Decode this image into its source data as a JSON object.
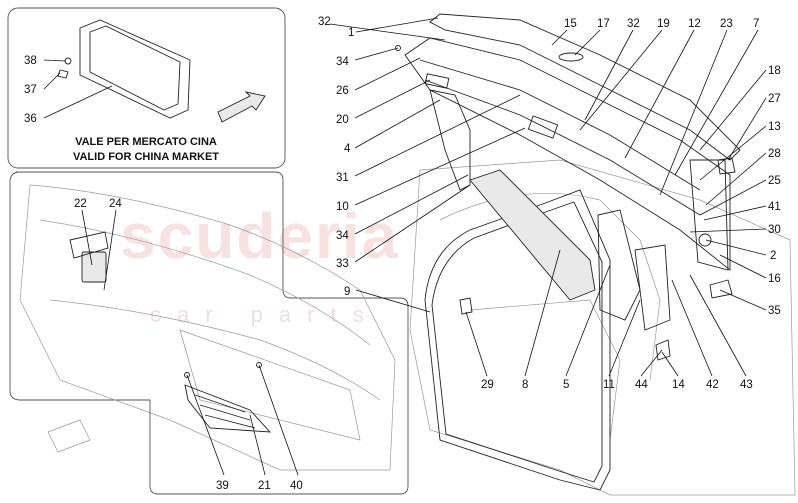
{
  "watermark": {
    "main": "scuderia",
    "sub": "car parts"
  },
  "notes": {
    "china_it": "VALE PER MERCATO CINA",
    "china_en": "VALID FOR CHINA MARKET"
  },
  "callouts": {
    "c1": "1",
    "c32a": "32",
    "c15": "15",
    "c17": "17",
    "c32b": "32",
    "c19": "19",
    "c12": "12",
    "c23": "23",
    "c7": "7",
    "c34a": "34",
    "c26": "26",
    "c20": "20",
    "c4": "4",
    "c31": "31",
    "c10": "10",
    "c34b": "34",
    "c33": "33",
    "c9": "9",
    "c18": "18",
    "c27": "27",
    "c13": "13",
    "c28": "28",
    "c25": "25",
    "c41": "41",
    "c30": "30",
    "c2": "2",
    "c16": "16",
    "c35": "35",
    "c29": "29",
    "c8": "8",
    "c5": "5",
    "c11": "11",
    "c44": "44",
    "c14": "14",
    "c42": "42",
    "c43": "43",
    "c38": "38",
    "c37": "37",
    "c36": "36",
    "c22": "22",
    "c24": "24",
    "c39": "39",
    "c21": "21",
    "c40": "40"
  },
  "colors": {
    "line": "#222222",
    "ghost": "#9a9a9a",
    "watermark": "#f2c9c9"
  }
}
